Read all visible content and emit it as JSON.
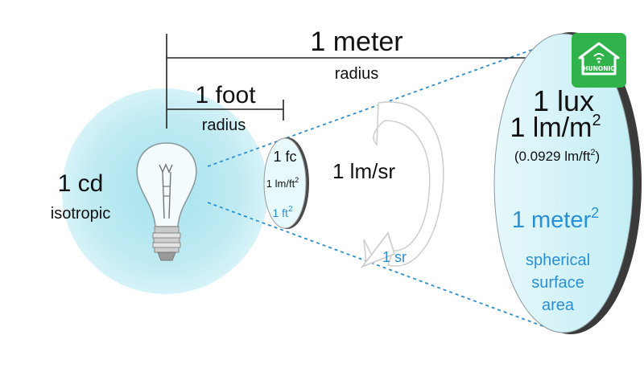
{
  "diagram": {
    "meter_label": "1 meter",
    "meter_sub": "radius",
    "foot_label": "1 foot",
    "foot_sub": "radius",
    "cd_label": "1 cd",
    "cd_sub": "isotropic",
    "small_disc": {
      "line1": "1 fc",
      "line2": "1 lm/ft",
      "line2_sup": "2",
      "line3": "1 ft",
      "line3_sup": "2"
    },
    "mid_label": "1 lm/sr",
    "sr_label": "1 sr",
    "big_disc": {
      "line1": "1 lux",
      "line2": "1 lm/m",
      "line2_sup": "2",
      "line3": "(0.0929 lm/ft",
      "line3_sup": "2",
      "line3_end": ")",
      "line4": "1 meter",
      "line4_sup": "2",
      "line5": "spherical",
      "line6": "surface",
      "line7": "area"
    },
    "logo_text": "HUNONIC"
  },
  "colors": {
    "glow": "#bfeaf2",
    "disc_fill": "#d9f5fa",
    "blue_text": "#2a8fd6",
    "logo_green": "#2fb34a"
  }
}
